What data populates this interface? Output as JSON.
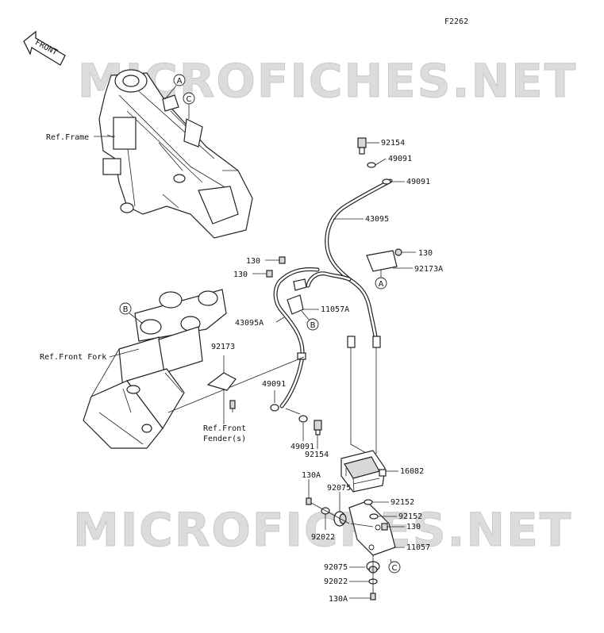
{
  "figure_id": "F2262",
  "watermark": "MICROFICHES.NET",
  "front_arrow_label": "FRONT",
  "ref_labels": {
    "frame": "Ref.Frame",
    "front_fork": "Ref.Front Fork",
    "front_fender_line1": "Ref.Front",
    "front_fender_line2": "Fender(s)"
  },
  "callouts": {
    "a": "A",
    "b": "B",
    "c": "C"
  },
  "part_labels": {
    "p92154_top": "92154",
    "p49091_top1": "49091",
    "p49091_top2": "49091",
    "p43095": "43095",
    "p130_right": "130",
    "p92173A": "92173A",
    "p130_left1": "130",
    "p130_left2": "130",
    "p11057A": "11057A",
    "p43095A": "43095A",
    "p92173": "92173",
    "p49091_mid": "49091",
    "p49091_low": "49091",
    "p92154_low": "92154",
    "p16082": "16082",
    "p130A_top": "130A",
    "p92075_top": "92075",
    "p92152_1": "92152",
    "p92152_2": "92152",
    "p130_low": "130",
    "p92022_top": "92022",
    "p11057": "11057",
    "p92075_low": "92075",
    "p92022_low": "92022",
    "p130A_low": "130A"
  }
}
